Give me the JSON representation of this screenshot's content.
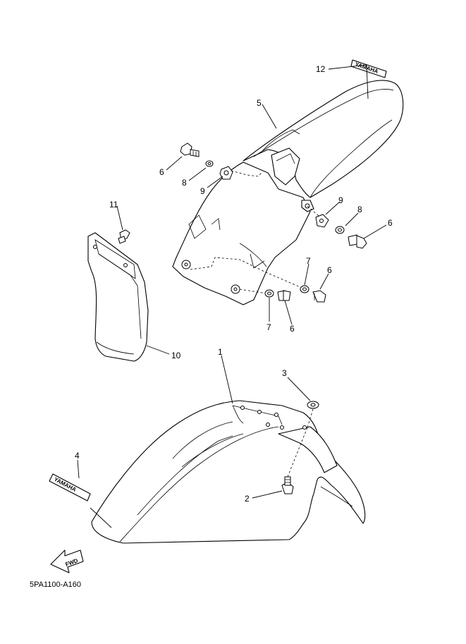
{
  "callouts": {
    "c1": "1",
    "c2": "2",
    "c3": "3",
    "c4": "4",
    "c5": "5",
    "c6a": "6",
    "c6b": "6",
    "c6c": "6",
    "c6d": "6",
    "c7a": "7",
    "c7b": "7",
    "c8a": "8",
    "c8b": "8",
    "c9a": "9",
    "c9b": "9",
    "c10": "10",
    "c11": "11",
    "c12": "12"
  },
  "decal_text": {
    "rear": "YAMAHA",
    "front": "YAMAHA"
  },
  "fwd_label": "FWD",
  "diagram_code": "5PA1100-A160"
}
